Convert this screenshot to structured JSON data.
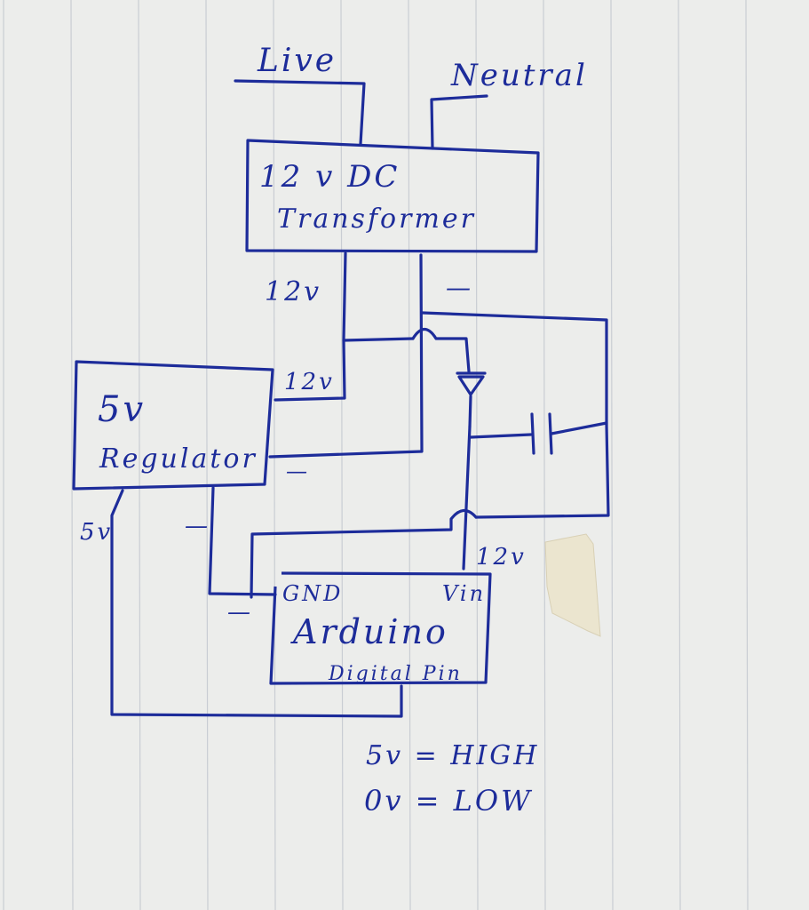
{
  "diagram": {
    "labels": {
      "live": "Live",
      "neutral": "Neutral",
      "transformer_line1": "12 v   DC",
      "transformer_line2": "Transformer",
      "v12_top": "12v",
      "neg_top": "—",
      "v12_reg_in": "12v",
      "regulator_line1": "5v",
      "regulator_line2": "Regulator",
      "neg_reg_out": "—",
      "v5_label": "5v",
      "neg_left": "—",
      "neg_arduino": "—",
      "v12_arduino": "12v",
      "arduino_gnd": "GND",
      "arduino_vin": "Vin",
      "arduino_name": "Arduino",
      "arduino_pin": "Digital Pin",
      "note_high": "5v = HIGH",
      "note_low": "0v = LOW"
    },
    "colors": {
      "paper": "#ecedeb",
      "ink": "#1d2c9a",
      "rule_lines": "#c9cdd3",
      "tape": "#ebe5cf"
    }
  }
}
